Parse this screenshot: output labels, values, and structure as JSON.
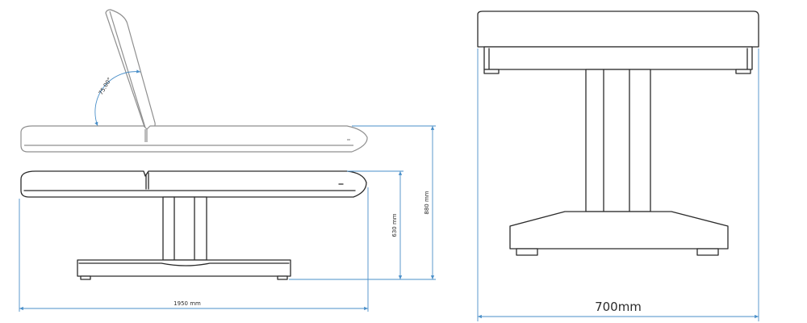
{
  "side_view": {
    "angle_label": "75.00°",
    "length_label": "1950 mm",
    "height_low_label": "630 mm",
    "height_high_label": "880 mm"
  },
  "end_view": {
    "width_label": "700mm"
  },
  "colors": {
    "line": "#2b2b2b",
    "ghost": "#8f8f8f",
    "dimension": "#4a8fc9"
  }
}
